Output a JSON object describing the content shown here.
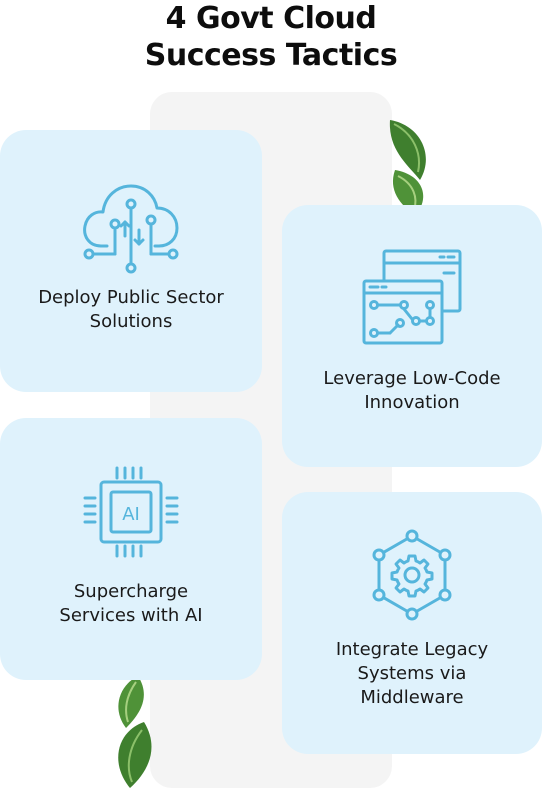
{
  "title": {
    "line1": "4 Govt Cloud",
    "line2": "Success Tactics"
  },
  "colors": {
    "card_bg": "#dff2fc",
    "icon_stroke": "#55b5dc",
    "column_bg": "#f4f4f4",
    "leaf_green": "#3f7f2e"
  },
  "cards": [
    {
      "label": "Deploy Public Sector\nSolutions",
      "icon": "cloud-circuit-icon"
    },
    {
      "label": "Leverage Low-Code\nInnovation",
      "icon": "app-windows-icon"
    },
    {
      "label": "Supercharge\nServices with AI",
      "icon": "ai-chip-icon"
    },
    {
      "label": "Integrate Legacy\nSystems via\nMiddleware",
      "icon": "gear-network-icon"
    }
  ]
}
